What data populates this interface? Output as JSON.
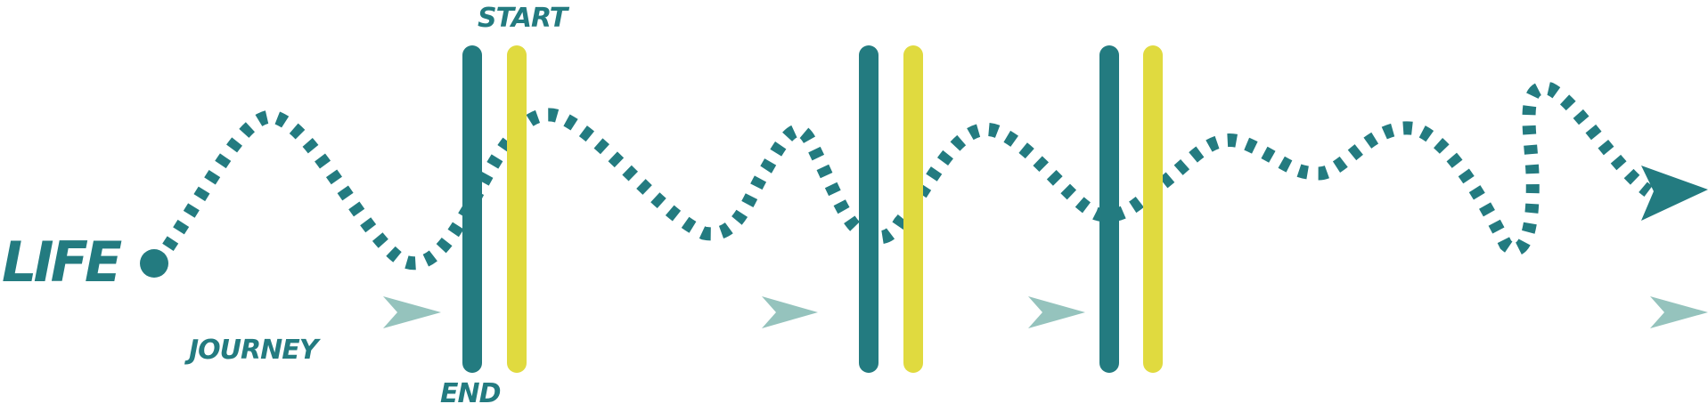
{
  "labels": {
    "life": "LIFE",
    "journey": "JOURNEY",
    "start": "START",
    "end": "END"
  },
  "colors": {
    "teal": "#237b80",
    "yellow": "#e0da3f",
    "arrow_start": "#ede9a0",
    "arrow_end": "#95c3bd"
  },
  "icons": {
    "start_point": "circle-dot-icon",
    "path_end": "arrowhead-icon"
  }
}
